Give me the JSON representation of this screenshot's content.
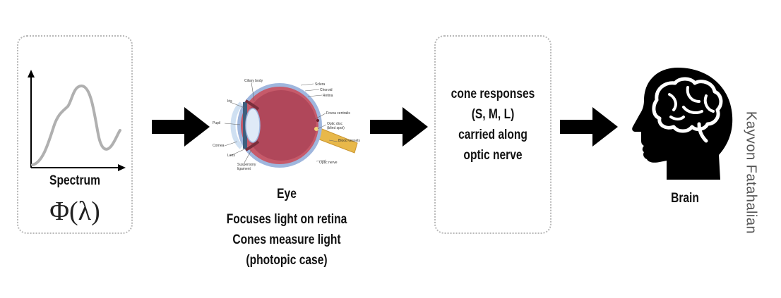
{
  "spectrum": {
    "label": "Spectrum",
    "formula": "Φ(λ)"
  },
  "eye": {
    "title": "Eye",
    "lines": [
      "Focuses light on retina",
      "Cones measure light",
      "(photopic case)"
    ],
    "anatomy_labels": {
      "ciliary_body": "Ciliary body",
      "sclera": "Sclera",
      "choroid": "Choroid",
      "retina": "Retina",
      "iris": "Iris",
      "fovea": "Fovea centralis",
      "pupil": "Pupil",
      "optic_disc": "Optic disc",
      "blind_spot": "(blind spot)",
      "cornea": "Cornea",
      "blood_vessels": "Blood vessels",
      "lens": "Lens",
      "suspensory": "Suspensory",
      "ligament": "ligament",
      "optic_nerve": "Optic nerve"
    }
  },
  "cone": {
    "lines": [
      "cone responses",
      "(S, M, L)",
      "carried along",
      "optic nerve"
    ]
  },
  "brain": {
    "label": "Brain"
  },
  "credit": "Kayvon Fatahalian",
  "colors": {
    "arrow": "#000000",
    "box_border": "#b8b8b8",
    "curve": "#b0b0b0",
    "eye_sclera": "#9fb6dd",
    "eye_inner": "#b0475a",
    "optic_nerve": "#e8b84a"
  }
}
